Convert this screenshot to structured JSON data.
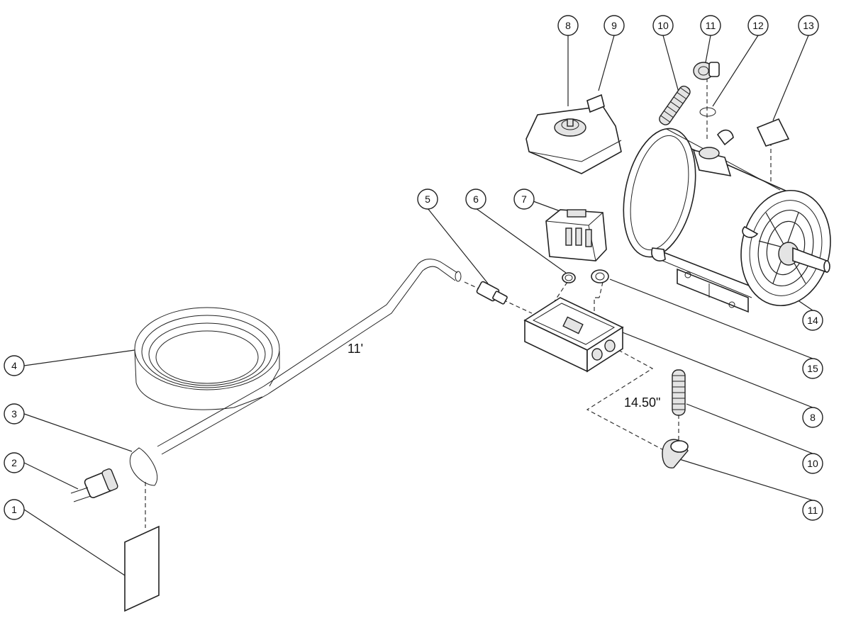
{
  "callouts": [
    {
      "id": "c1",
      "label": "1"
    },
    {
      "id": "c2",
      "label": "2"
    },
    {
      "id": "c3",
      "label": "3"
    },
    {
      "id": "c4",
      "label": "4"
    },
    {
      "id": "c5",
      "label": "5"
    },
    {
      "id": "c6",
      "label": "6"
    },
    {
      "id": "c7",
      "label": "7"
    },
    {
      "id": "c8a",
      "label": "8"
    },
    {
      "id": "c9",
      "label": "9"
    },
    {
      "id": "c10a",
      "label": "10"
    },
    {
      "id": "c11a",
      "label": "11"
    },
    {
      "id": "c12",
      "label": "12"
    },
    {
      "id": "c13",
      "label": "13"
    },
    {
      "id": "c14",
      "label": "14"
    },
    {
      "id": "c15",
      "label": "15"
    },
    {
      "id": "c8b",
      "label": "8"
    },
    {
      "id": "c10b",
      "label": "10"
    },
    {
      "id": "c11b",
      "label": "11"
    }
  ],
  "dimensions": {
    "cord_length": "11'",
    "conduit_length": "14.50\""
  }
}
